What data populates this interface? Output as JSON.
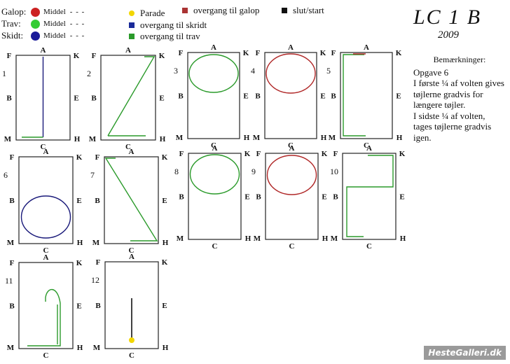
{
  "legend": {
    "gaits": [
      {
        "label": "Galop:",
        "color": "#cc2222",
        "text": "Middel",
        "dash": "- - -"
      },
      {
        "label": "Trav:",
        "color": "#33cc33",
        "text": "Middel",
        "dash": "- - -"
      },
      {
        "label": "Skidt:",
        "color": "#1a1a99",
        "text": "Middel",
        "dash": "- - -"
      }
    ],
    "markers": [
      {
        "shape": "dot",
        "color": "#f2d600",
        "text": "Parade"
      },
      {
        "shape": "sq",
        "color": "#1a2a99",
        "text": "overgang til skridt"
      },
      {
        "shape": "sq",
        "color": "#2a9a2a",
        "text": "overgang til trav"
      },
      {
        "shape": "sq",
        "color": "#aa3333",
        "text": "overgang til galop"
      },
      {
        "shape": "sq",
        "color": "#111111",
        "text": "slut/start"
      }
    ]
  },
  "title": "LC 1 B",
  "year": "2009",
  "notes": {
    "heading": "Bemærkninger:",
    "lines": [
      "Opgave 6",
      "I første ¼ af volten gives tøjlerne gradvis for længere tøjler.",
      "I sidste ¼ af volten, tages tøjlerne gradvis igen."
    ]
  },
  "colors": {
    "trav": "#2a9a2a",
    "galop": "#b02828",
    "skridt": "#1a1a7a",
    "parade": "#f2d600",
    "frame": "#222222"
  },
  "arena_letters": {
    "top": "A",
    "bottom": "C",
    "tl": "F",
    "tr": "K",
    "ml": "B",
    "mr": "E",
    "bl": "M",
    "br": "H"
  },
  "exercises": [
    {
      "number": "1"
    },
    {
      "number": "2"
    },
    {
      "number": "3"
    },
    {
      "number": "4"
    },
    {
      "number": "5"
    },
    {
      "number": "6"
    },
    {
      "number": "7"
    },
    {
      "number": "8"
    },
    {
      "number": "9"
    },
    {
      "number": "10"
    },
    {
      "number": "11"
    },
    {
      "number": "12"
    }
  ],
  "watermark": "HesteGalleri.dk"
}
